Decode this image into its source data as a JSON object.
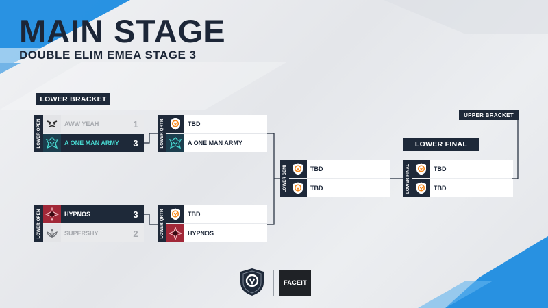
{
  "title": "MAIN STAGE",
  "subtitle": "DOUBLE ELIM EMEA STAGE 3",
  "headers": {
    "lower_bracket": "LOWER BRACKET",
    "lower_final": "LOWER FINAL",
    "upper_bracket": "UPPER BRACKET"
  },
  "rounds": {
    "lower_open": "LOWER OPEN",
    "lower_qrtr": "LOWER QRTR",
    "lower_semi": "LOWER SEMI",
    "lower_final": "LOWER FINAL"
  },
  "matches": {
    "open1": {
      "team1": {
        "name": "AWW YEAH",
        "score": "1",
        "logo": "face-icon"
      },
      "team2": {
        "name": "A ONE MAN ARMY",
        "score": "3",
        "logo": "army-crest-icon"
      }
    },
    "open2": {
      "team1": {
        "name": "HYPNOS",
        "score": "3",
        "logo": "hypnos-icon"
      },
      "team2": {
        "name": "SUPERSHY",
        "score": "2",
        "logo": "lotus-icon"
      }
    },
    "qrtr1": {
      "team1": {
        "name": "TBD",
        "logo": "overwatch-crest-icon"
      },
      "team2": {
        "name": "A ONE MAN ARMY",
        "logo": "army-crest-icon"
      }
    },
    "qrtr2": {
      "team1": {
        "name": "TBD",
        "logo": "overwatch-crest-icon"
      },
      "team2": {
        "name": "HYPNOS",
        "logo": "hypnos-icon"
      }
    },
    "semi": {
      "team1": {
        "name": "TBD",
        "logo": "overwatch-crest-icon"
      },
      "team2": {
        "name": "TBD",
        "logo": "overwatch-crest-icon"
      }
    },
    "final": {
      "team1": {
        "name": "TBD",
        "logo": "overwatch-crest-icon"
      },
      "team2": {
        "name": "TBD",
        "logo": "overwatch-crest-icon"
      }
    }
  },
  "footer": {
    "logo1": "overwatch-champions-logo",
    "logo2_text": "FACEIT"
  },
  "colors": {
    "navy": "#1e2939",
    "accent_blue": "#1e8ce0",
    "crimson": "#a12838",
    "teal": "#48d8d0",
    "orange": "#f58a1f"
  }
}
